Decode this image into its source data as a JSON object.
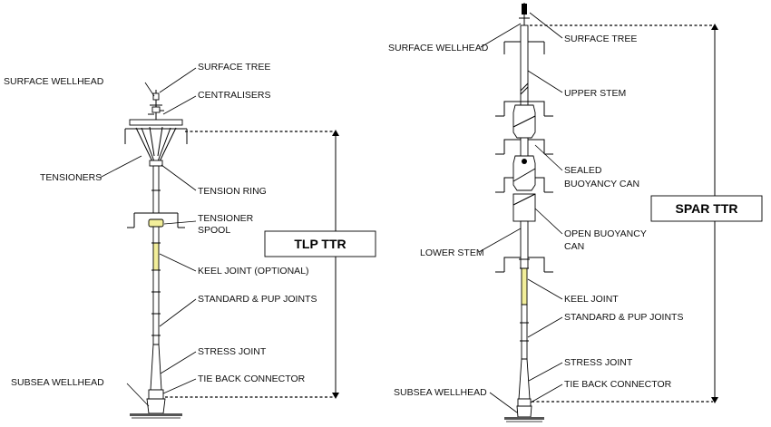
{
  "tlp": {
    "title": "TLP TTR",
    "labels": {
      "surface_wellhead": "SURFACE WELLHEAD",
      "surface_tree": "SURFACE TREE",
      "centralisers": "CENTRALISERS",
      "tensioners": "TENSIONERS",
      "tension_ring": "TENSION RING",
      "tensioner_spool_1": "TENSIONER",
      "tensioner_spool_2": "SPOOL",
      "keel_joint": "KEEL JOINT (OPTIONAL)",
      "standard_pup": "STANDARD & PUP JOINTS",
      "stress_joint": "STRESS JOINT",
      "subsea_wellhead": "SUBSEA WELLHEAD",
      "tie_back": "TIE BACK CONNECTOR"
    }
  },
  "spar": {
    "title": "SPAR TTR",
    "labels": {
      "surface_wellhead": "SURFACE WELLHEAD",
      "surface_tree": "SURFACE TREE",
      "upper_stem": "UPPER STEM",
      "sealed_buoyancy_1": "SEALED",
      "sealed_buoyancy_2": "BUOYANCY CAN",
      "open_buoyancy_1": "OPEN BUOYANCY",
      "open_buoyancy_2": "CAN",
      "lower_stem": "LOWER STEM",
      "keel_joint": "KEEL JOINT",
      "standard_pup": "STANDARD & PUP JOINTS",
      "stress_joint": "STRESS JOINT",
      "subsea_wellhead": "SUBSEA WELLHEAD",
      "tie_back": "TIE BACK CONNECTOR"
    }
  }
}
